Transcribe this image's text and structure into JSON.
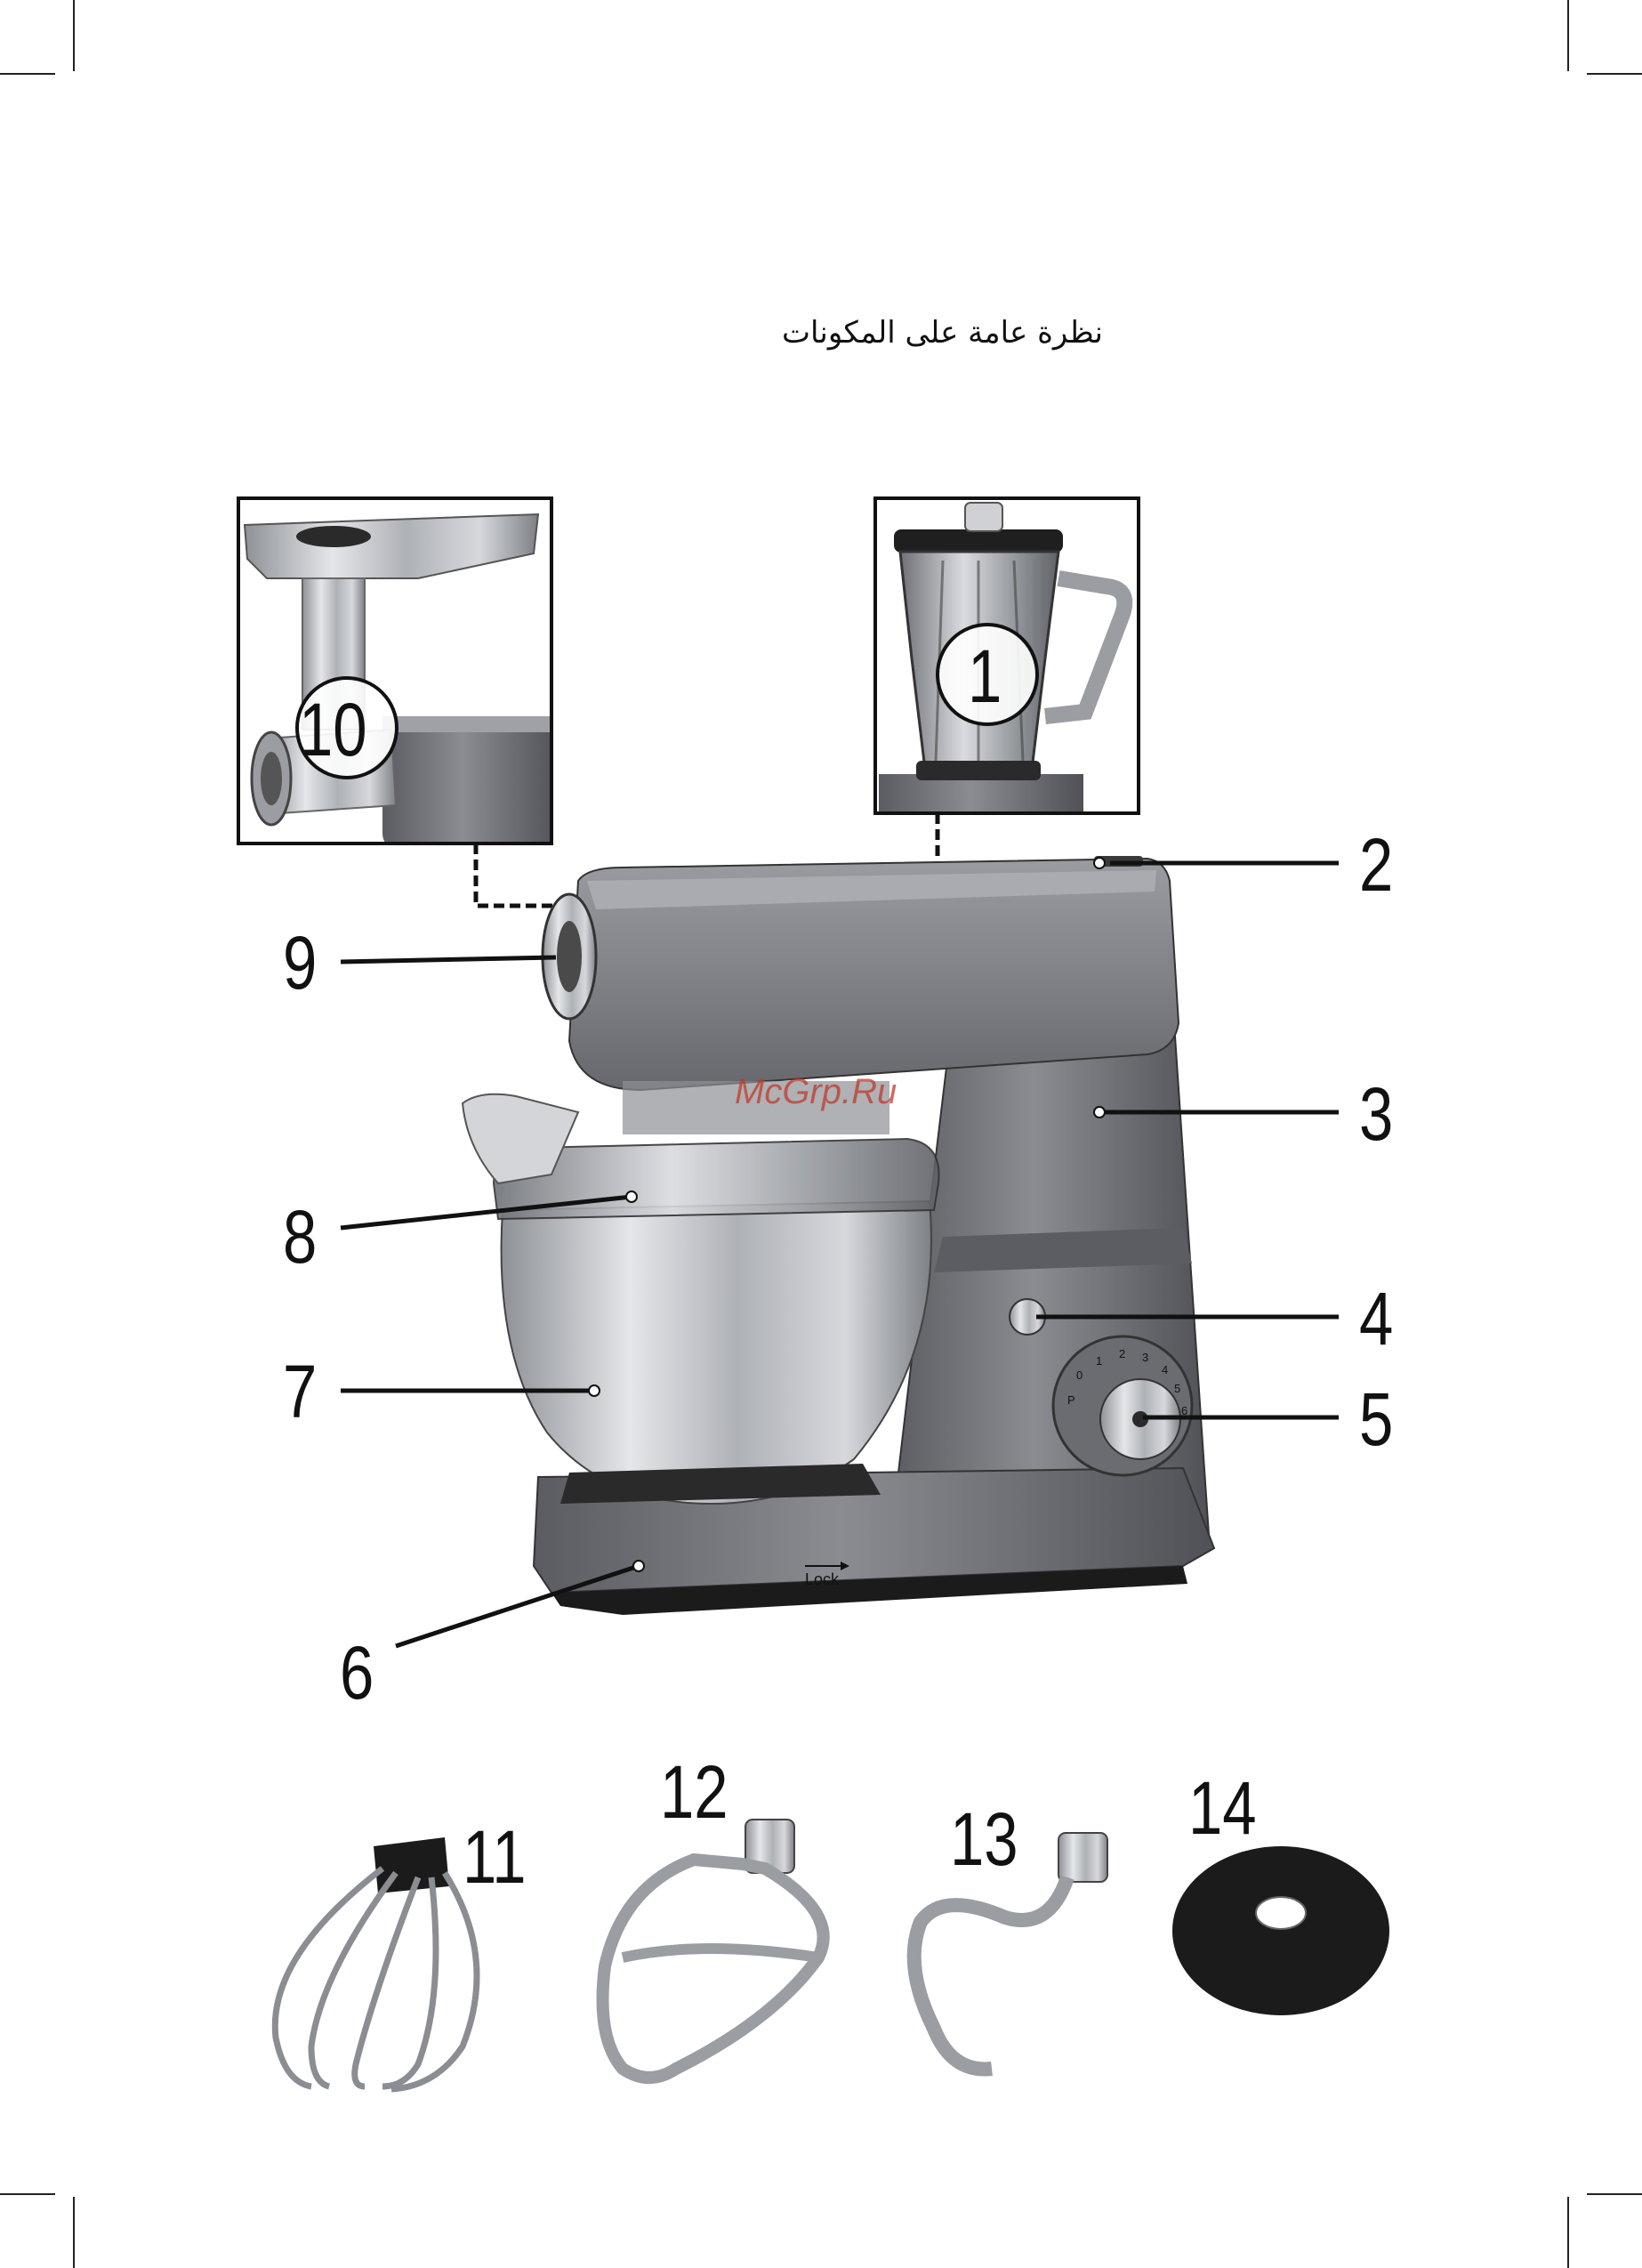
{
  "heading": "نظرة عامة على المكونات",
  "watermark": "McGrp.Ru",
  "lock_label": "Lock",
  "callouts": {
    "n1": "1",
    "n2": "2",
    "n3": "3",
    "n4": "4",
    "n5": "5",
    "n6": "6",
    "n7": "7",
    "n8": "8",
    "n9": "9",
    "n10": "10",
    "n11": "11",
    "n12": "12",
    "n13": "13",
    "n14": "14"
  },
  "dial_marks": [
    "P",
    "0",
    "1",
    "2",
    "3",
    "4",
    "5",
    "6"
  ],
  "colors": {
    "body_grey": "#7d7f84",
    "body_dark": "#4d4f54",
    "steel": "#b8bbc0",
    "black": "#1b1b1b",
    "watermark": "#c0392b"
  }
}
